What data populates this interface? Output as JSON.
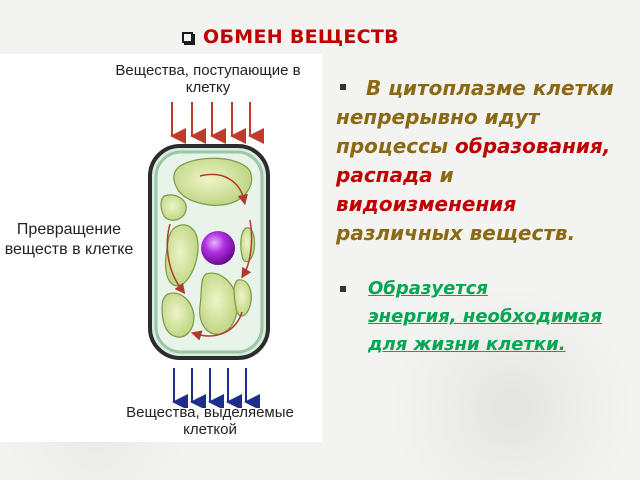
{
  "slide": {
    "title": "ОБМЕН ВЕЩЕСТВ"
  },
  "diagram": {
    "label_incoming": "Вещества, поступающие в клетку",
    "label_transform": "Превращение веществ в клетке",
    "label_outgoing": "Вещества, выделяемые клеткой",
    "colors": {
      "incoming_arrows": "#c0392b",
      "outgoing_arrows": "#1f2d8c",
      "cell_wall": "#2c2c2c",
      "cytoplasm": "#e8f3ea",
      "membrane": "#9cc6a4",
      "chloroplast": "#cfe19b",
      "nucleus": "#a41fd1"
    }
  },
  "text": {
    "para1_prefix": "В цитоплазме клетки непрерывно идут процессы ",
    "para1_red1": "образования, распада",
    "para1_mid": " и ",
    "para1_red2": "видоизменения",
    "para1_suffix": " различных веществ.",
    "para2_line1": "Образуется",
    "para2_rest": "энергия, необходимая для жизни клетки."
  }
}
